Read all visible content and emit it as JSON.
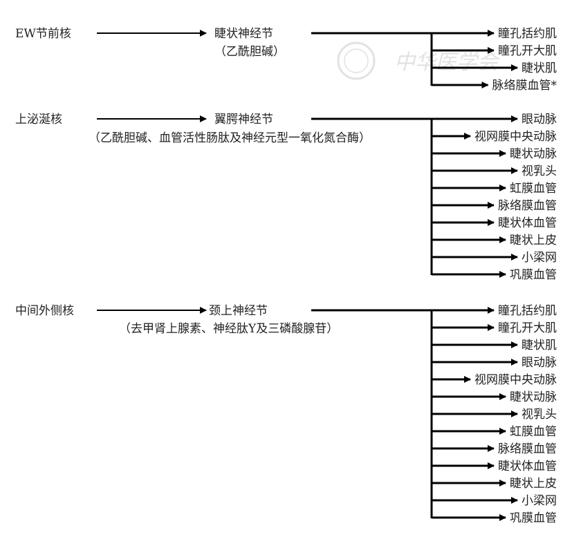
{
  "watermark": "中华医学会",
  "pathways": [
    {
      "nucleus": "EW节前核",
      "ganglion": "睫状神经节",
      "transmitters": "（乙酰胆碱）",
      "targets": [
        "瞳孔括约肌",
        "瞳孔开大肌",
        "睫状肌",
        "脉络膜血管*"
      ]
    },
    {
      "nucleus": "上泌涎核",
      "ganglion": "翼腭神经节",
      "transmitters": "（乙酰胆碱、血管活性肠肽及神经元型一氧化氮合酶）",
      "targets": [
        "眼动脉",
        "视网膜中央动脉",
        "睫状动脉",
        "视乳头",
        "虹膜血管",
        "脉络膜血管",
        "睫状体血管",
        "睫状上皮",
        "小梁网",
        "巩膜血管"
      ]
    },
    {
      "nucleus": "中间外侧核",
      "ganglion": "颈上神经节",
      "transmitters": "（去甲肾上腺素、神经肽Y及三磷酸腺苷）",
      "targets": [
        "瞳孔括约肌",
        "瞳孔开大肌",
        "睫状肌",
        "眼动脉",
        "视网膜中央动脉",
        "睫状动脉",
        "视乳头",
        "虹膜血管",
        "脉络膜血管",
        "睫状体血管",
        "睫状上皮",
        "小梁网",
        "巩膜血管"
      ]
    }
  ]
}
